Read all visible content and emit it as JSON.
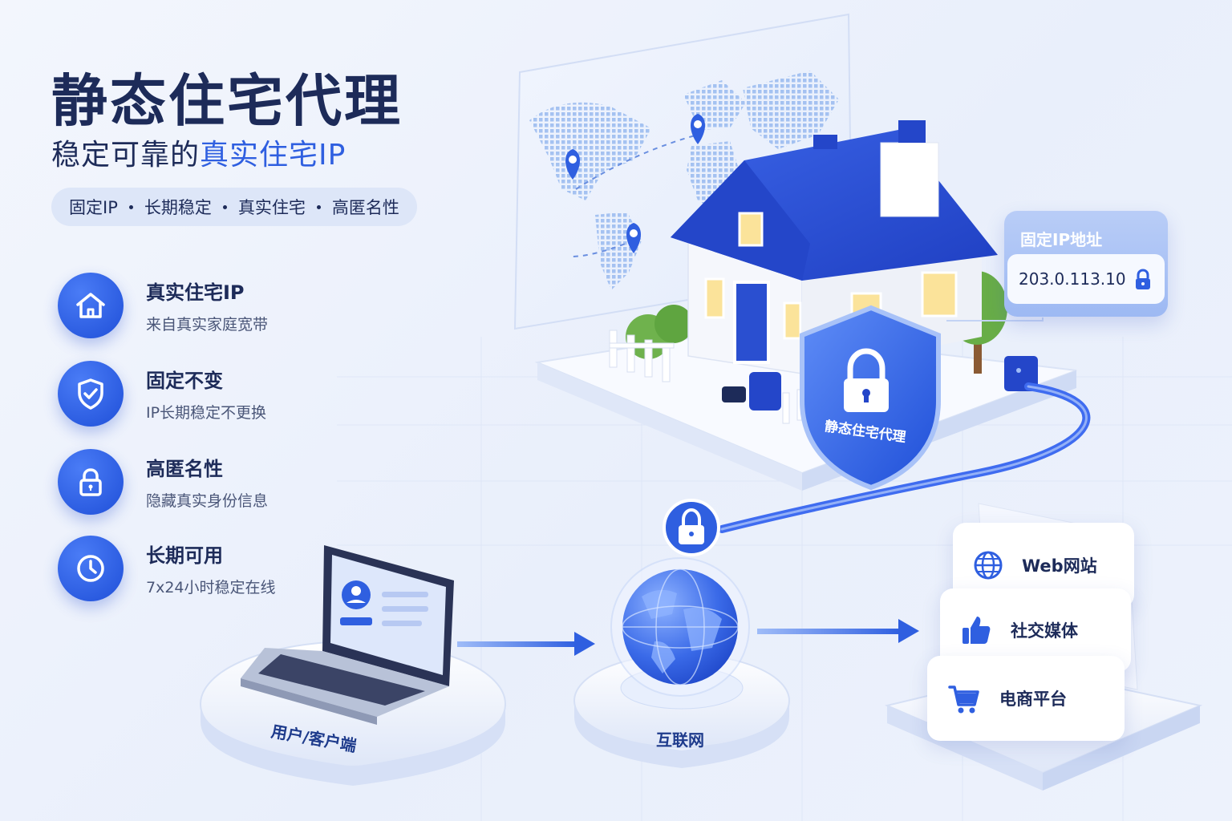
{
  "header": {
    "title": "静态住宅代理",
    "subtitle_lead": "稳定可靠的",
    "subtitle_highlight": "真实住宅IP",
    "tags": [
      "固定IP",
      "长期稳定",
      "真实住宅",
      "高匿名性"
    ]
  },
  "features": [
    {
      "icon": "house-icon",
      "title": "真实住宅IP",
      "desc": "来自真实家庭宽带"
    },
    {
      "icon": "shield-check-icon",
      "title": "固定不变",
      "desc": "IP长期稳定不更换"
    },
    {
      "icon": "lock-icon",
      "title": "高匿名性",
      "desc": "隐藏真实身份信息"
    },
    {
      "icon": "clock-icon",
      "title": "长期可用",
      "desc": "7x24小时稳定在线"
    }
  ],
  "illustration": {
    "shield_label": "静态住宅代理",
    "ip_panel": {
      "title": "固定IP地址",
      "value": "203.0.113.10"
    },
    "client_label": "用户/客户端",
    "internet_label": "互联网",
    "destinations": [
      {
        "icon": "globe-icon",
        "label": "Web网站"
      },
      {
        "icon": "thumbs-up-icon",
        "label": "社交媒体"
      },
      {
        "icon": "cart-icon",
        "label": "电商平台"
      }
    ]
  },
  "colors": {
    "brand": "#2f5fe0",
    "dark": "#1d2b59",
    "roof": "#2a4fd0"
  }
}
